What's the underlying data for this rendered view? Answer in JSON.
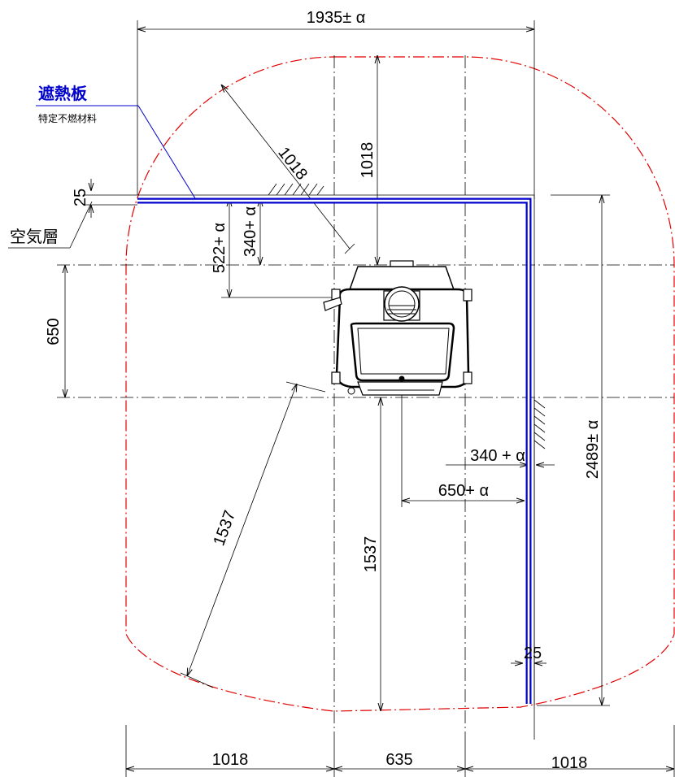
{
  "labels": {
    "heat_shield": "遮熱板",
    "material": "特定不燃材料",
    "air_layer": "空気層"
  },
  "dimensions": {
    "top_width": "1935± α",
    "height_total": "2489± α",
    "left_height_top": "522+ α",
    "inner_height_top": "340+ α",
    "right_offset": "340 + α",
    "center_offset": "650+ α",
    "left_650": "650",
    "gap_top": "25",
    "gap_right": "25",
    "radius_top_vert": "1018",
    "radius_top_diag": "1018",
    "radius_bottom_vert": "1537",
    "radius_bottom_diag": "1537",
    "bottom_left": "1018",
    "bottom_mid": "635",
    "bottom_right": "1018"
  },
  "colors": {
    "shield": "#0000cc",
    "clearance": "#e00000",
    "line": "#000000"
  }
}
